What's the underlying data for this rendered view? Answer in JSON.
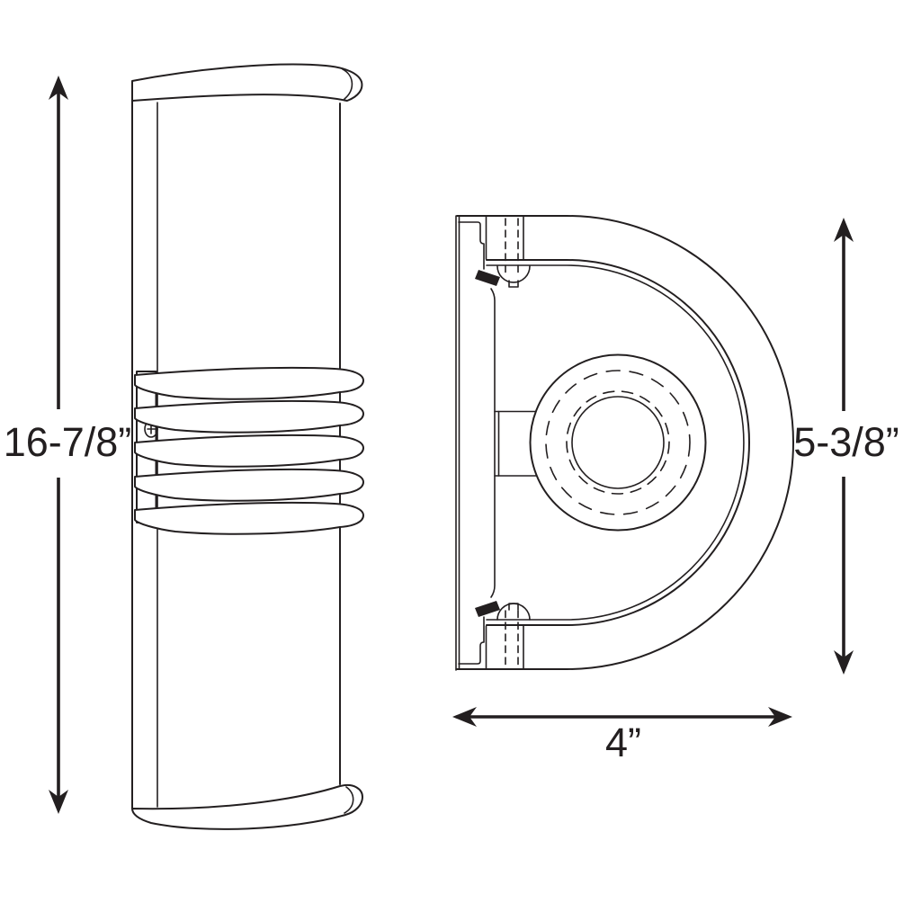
{
  "diagram": {
    "kind": "product dimension drawing",
    "views": [
      "front elevation",
      "side profile"
    ]
  },
  "labels": {
    "front_height": "16-7/8”",
    "side_height": "5-3/8”",
    "side_depth": "4”"
  },
  "colors": {
    "line": "#231f20",
    "background": "#ffffff"
  }
}
